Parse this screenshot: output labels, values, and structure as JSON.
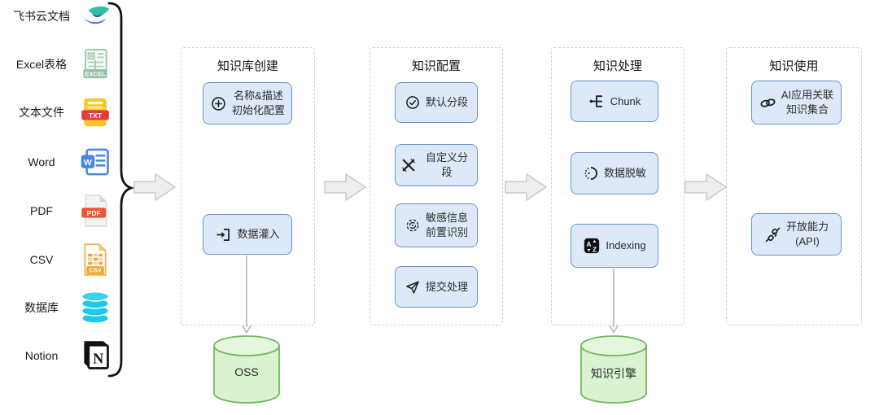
{
  "diagram_title": "knowledge-base-pipeline",
  "colors": {
    "node_fill": "#dde8f8",
    "node_border": "#6792cc",
    "cylinder_fill": "#d9f3d0",
    "cylinder_border": "#72b660",
    "block_arrow_fill": "#edefef",
    "block_arrow_border": "#c8cbcb",
    "dashed_border": "#cfd3d7",
    "brace": "#141414"
  },
  "sources": [
    {
      "label": "飞书云文档",
      "icon": "feishu-icon"
    },
    {
      "label": "Excel表格",
      "icon": "excel-icon",
      "badge": "EXCEL"
    },
    {
      "label": "文本文件",
      "icon": "txt-icon",
      "badge": "TXT"
    },
    {
      "label": "Word",
      "icon": "word-icon",
      "badge": "W"
    },
    {
      "label": "PDF",
      "icon": "pdf-icon",
      "badge": "PDF"
    },
    {
      "label": "CSV",
      "icon": "csv-icon",
      "badge": "CSV"
    },
    {
      "label": "数据库",
      "icon": "database-icon"
    },
    {
      "label": "Notion",
      "icon": "notion-icon",
      "badge": "N"
    }
  ],
  "stages": [
    {
      "title": "知识库创建",
      "items": [
        {
          "label": "名称&描述\n初始化配置",
          "icon": "circle-plus-icon"
        },
        {
          "label": "数据灌入",
          "icon": "import-icon"
        }
      ]
    },
    {
      "title": "知识配置",
      "items": [
        {
          "label": "默认分段",
          "icon": "check-circle-icon"
        },
        {
          "label": "自定义分段",
          "icon": "custom-edit-icon"
        },
        {
          "label": "敏感信息\n前置识别",
          "icon": "fingerprint-icon"
        },
        {
          "label": "提交处理",
          "icon": "send-icon"
        }
      ]
    },
    {
      "title": "知识处理",
      "items": [
        {
          "label": "Chunk",
          "icon": "tree-branch-icon"
        },
        {
          "label": "数据脱敏",
          "icon": "data-mask-icon"
        },
        {
          "label": "Indexing",
          "icon": "az-sort-icon",
          "icon_text_a": "A",
          "icon_text_z": "Z"
        }
      ]
    },
    {
      "title": "知识使用",
      "items": [
        {
          "label": "AI应用关联\n知识集合",
          "icon": "link-chain-icon"
        },
        {
          "label": "开放能力\n(API)",
          "icon": "plug-api-icon"
        }
      ]
    }
  ],
  "stores": [
    {
      "label": "OSS"
    },
    {
      "label": "知识引擎"
    }
  ]
}
